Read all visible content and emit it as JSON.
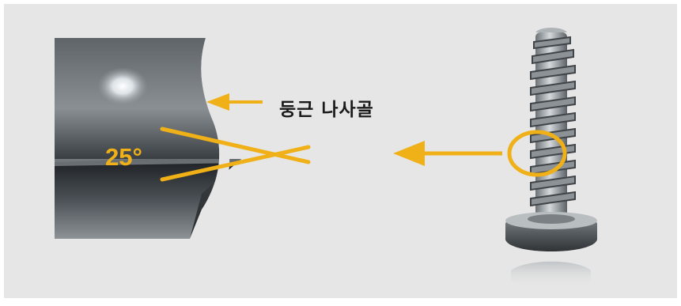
{
  "labels": {
    "thread_type": "둥근 나사골",
    "angle": "25°"
  },
  "colors": {
    "accent": "#efb018",
    "background": "#e6e6e6",
    "caption_text": "#1a1a1a"
  },
  "icons": {
    "arrows": "arrow-left-icon",
    "highlight": "circle-highlight"
  }
}
